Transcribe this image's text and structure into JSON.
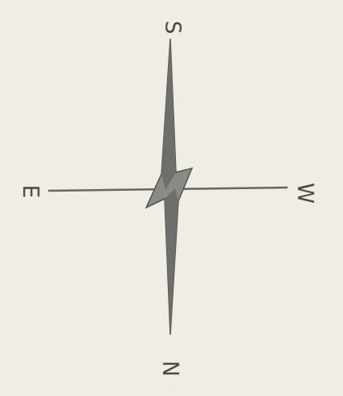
{
  "diagram": {
    "labels": [
      "S",
      "E",
      "W",
      "N"
    ]
  }
}
